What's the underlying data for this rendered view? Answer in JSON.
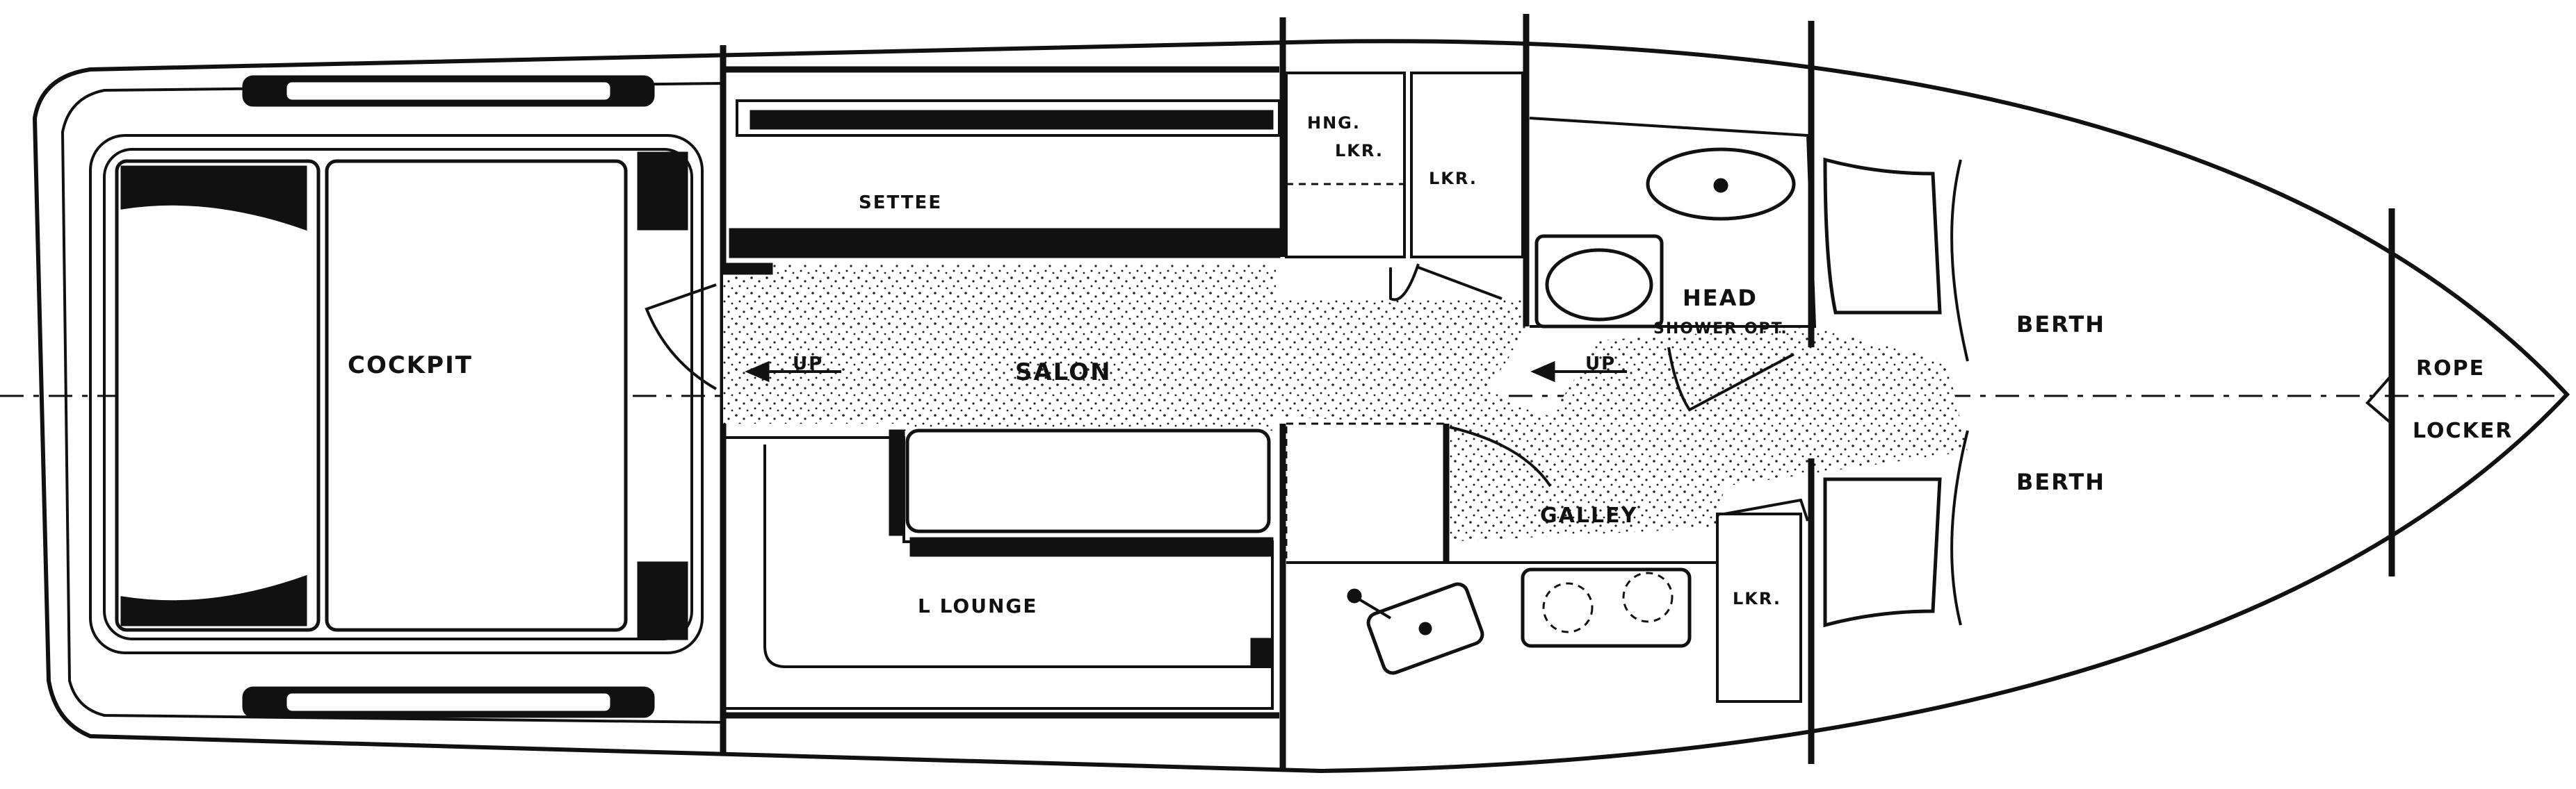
{
  "labels": {
    "cockpit": "COCKPIT",
    "settee": "SETTEE",
    "salon": "SALON",
    "l_lounge": "L LOUNGE",
    "hanging_locker_line1": "HNG.",
    "hanging_locker_line2": "LKR.",
    "locker_upper": "LKR.",
    "locker_lower": "LKR.",
    "head": "HEAD",
    "shower_option": "SHOWER OPT.",
    "galley": "GALLEY",
    "berth_upper": "BERTH",
    "berth_lower": "BERTH",
    "rope": "ROPE",
    "locker_bow": "LOCKER",
    "up_aft": "UP",
    "up_forward": "UP"
  },
  "colors": {
    "ink": "#111111",
    "paper": "#ffffff"
  }
}
